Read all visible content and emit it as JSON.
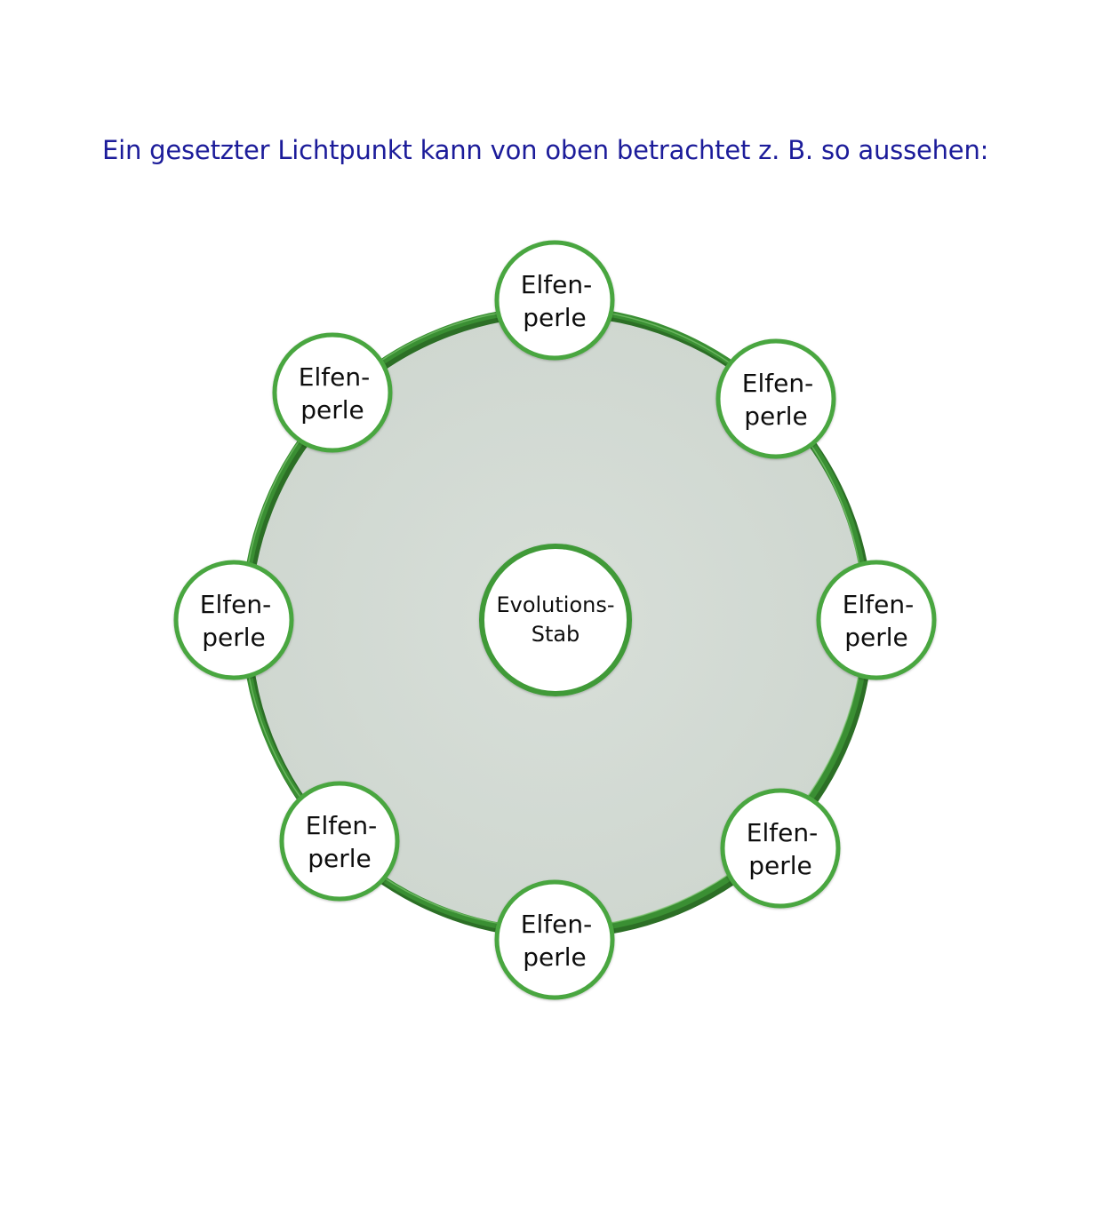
{
  "heading": "Ein gesetzter Lichtpunkt kann von oben betrachtet z. B. so aussehen:",
  "center": {
    "line1": "Evolutions-",
    "line2": "Stab"
  },
  "pearls": [
    {
      "line1": "Elfen-",
      "line2": "perle"
    },
    {
      "line1": "Elfen-",
      "line2": "perle"
    },
    {
      "line1": "Elfen-",
      "line2": "perle"
    },
    {
      "line1": "Elfen-",
      "line2": "perle"
    },
    {
      "line1": "Elfen-",
      "line2": "perle"
    },
    {
      "line1": "Elfen-",
      "line2": "perle"
    },
    {
      "line1": "Elfen-",
      "line2": "perle"
    },
    {
      "line1": "Elfen-",
      "line2": "perle"
    }
  ],
  "colors": {
    "heading": "#1c1c9a",
    "ring": "#3a8f33",
    "ring_dark": "#2c6f26",
    "disc_fill": "#d4dbd5",
    "node_border": "#4aa63f",
    "node_fill": "#ffffff"
  }
}
